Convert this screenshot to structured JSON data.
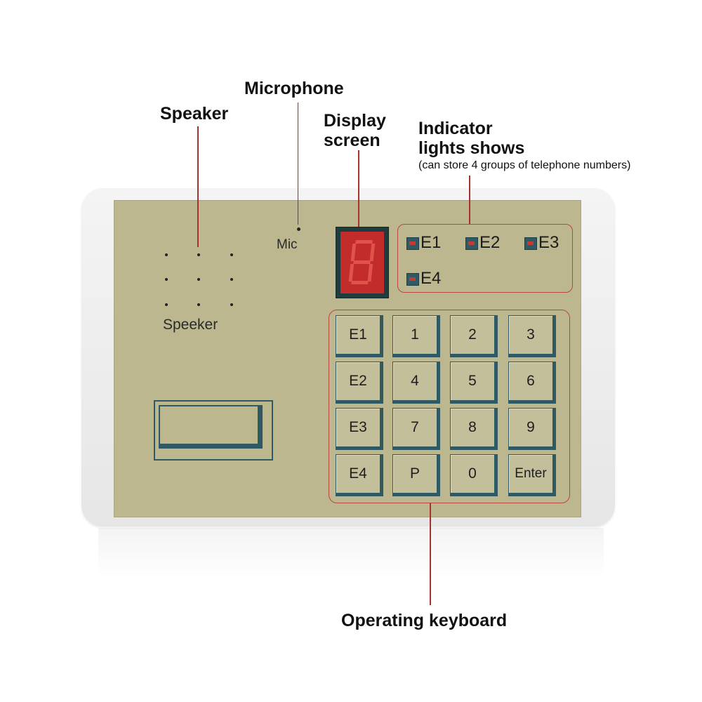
{
  "callouts": {
    "microphone": "Microphone",
    "speaker": "Speaker",
    "display_line1": "Display",
    "display_line2": "screen",
    "indicator_line1": "Indicator",
    "indicator_line2": "lights shows",
    "indicator_note": "(can store 4 groups of telephone numbers)",
    "keyboard": "Operating keyboard"
  },
  "panel": {
    "mic_label": "Mic",
    "speaker_label": "Speeker"
  },
  "indicators": [
    "E1",
    "E2",
    "E3",
    "E4"
  ],
  "keypad": {
    "rows": [
      [
        "E1",
        "1",
        "2",
        "3"
      ],
      [
        "E2",
        "4",
        "5",
        "6"
      ],
      [
        "E3",
        "7",
        "8",
        "9"
      ],
      [
        "E4",
        "P",
        "0",
        "Enter"
      ]
    ]
  },
  "colors": {
    "panel": "#bcb78f",
    "key_border": "#2f5a63",
    "callout_line": "#a8322c",
    "led": "#c23b34"
  }
}
